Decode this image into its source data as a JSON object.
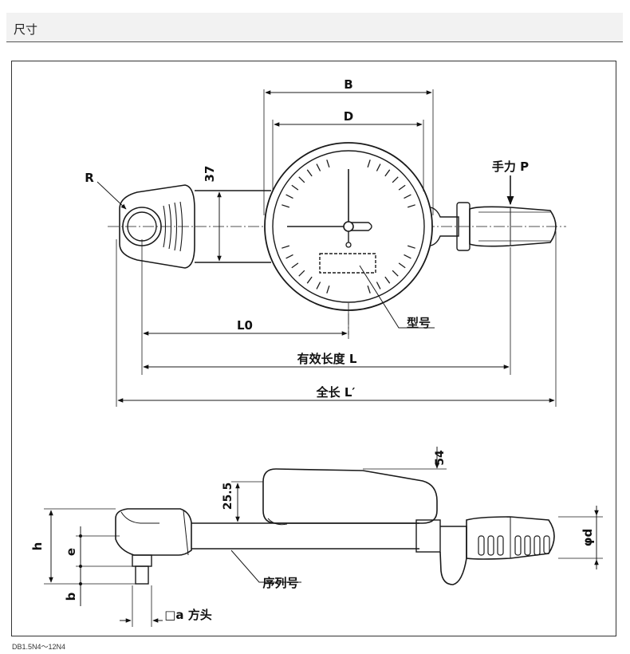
{
  "header": {
    "title": "尺寸"
  },
  "top_view": {
    "dim_B": "B",
    "dim_D": "D",
    "dim_37": "37",
    "label_R": "R",
    "label_hand_force": "手力 P",
    "label_model": "型号",
    "dim_L0": "L0",
    "dim_effective_length": "有效长度 L",
    "dim_overall_length": "全长 L′"
  },
  "side_view": {
    "dim_54": "54",
    "dim_25_5": "25.5",
    "dim_h": "h",
    "dim_e": "e",
    "dim_b": "b",
    "dim_phi_d": "φd",
    "label_serial": "序列号",
    "label_square_drive": "□a 方头"
  },
  "caption": "DB1.5N4～12N4",
  "colors": {
    "line": "#1a1a1a",
    "dial_face": "#ffffff",
    "header_bg": "#f2f2f2"
  }
}
